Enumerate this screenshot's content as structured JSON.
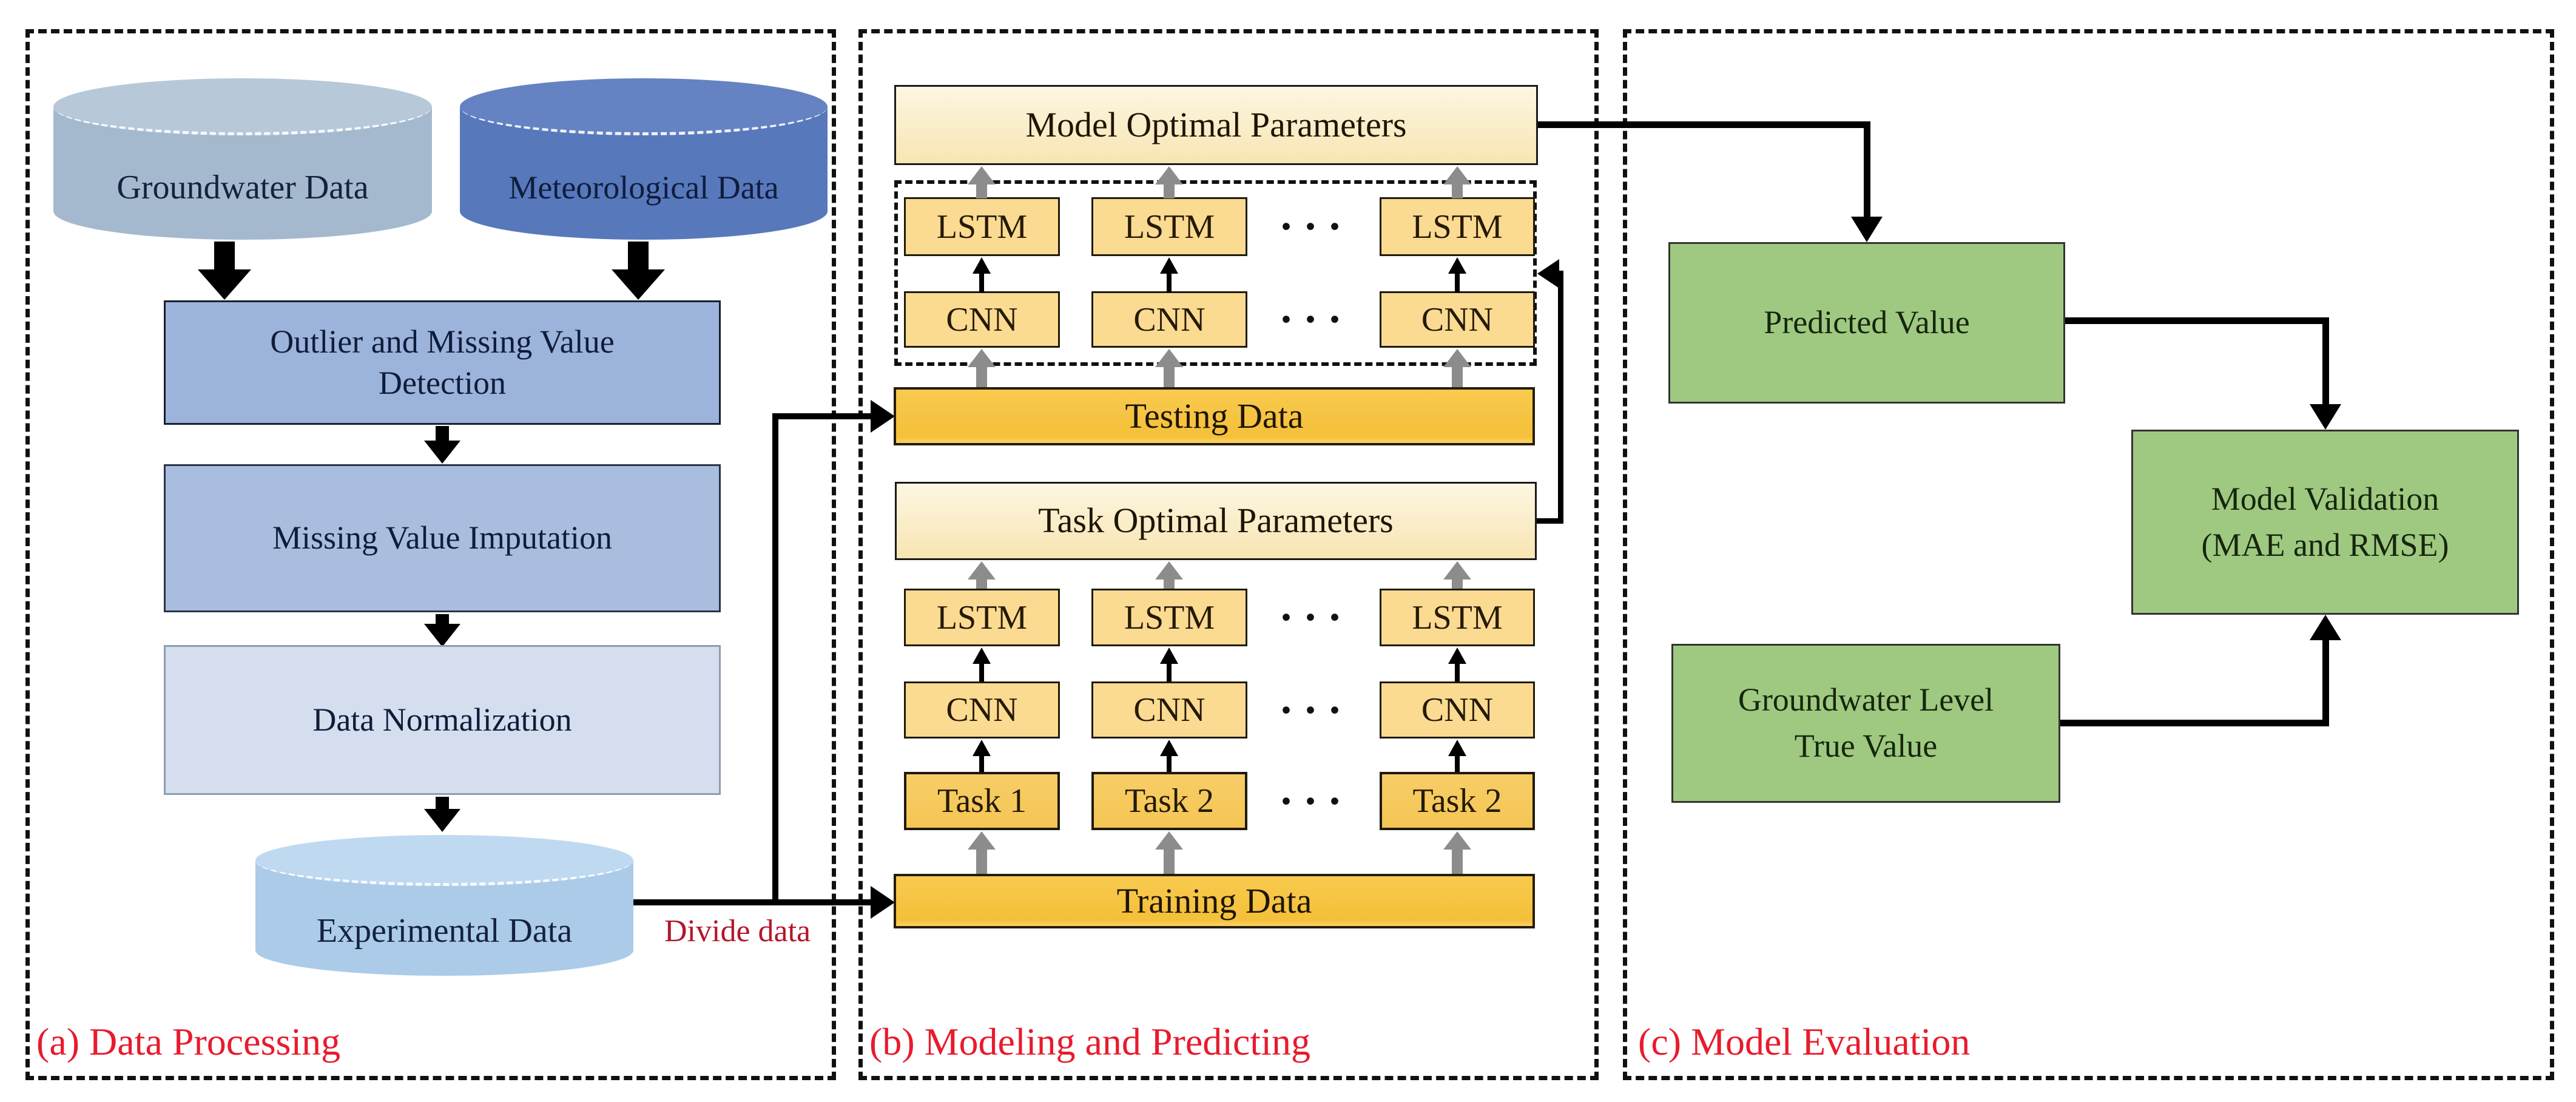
{
  "colors": {
    "section_label_red": "#e81b2d",
    "divide_label_red": "#b3172a",
    "groundwater_cyl_blue": "#a5b9ce",
    "meteorological_cyl_blue": "#5878bc",
    "outlier_box_blue": "#9cb3dc",
    "imputation_box_blue": "#a9bede",
    "normalization_box_blue": "#d5deef",
    "experimental_cyl_blue": "#abcbe9",
    "data_gold": "#f6c441",
    "module_amber": "#fbda92",
    "parameters_cream": "#fbeecb",
    "evaluation_green": "#9fc981",
    "gray_arrow": "#8c8c8c"
  },
  "panel_a": {
    "label": "(a) Data Processing",
    "groundwater_cylinder": "Groundwater Data",
    "meteorological_cylinder": "Meteorological Data",
    "outlier_box": "Outlier and Missing Value Detection",
    "imputation_box": "Missing Value Imputation",
    "normalization_box": "Data Normalization",
    "experimental_cylinder": "Experimental Data",
    "divide_label": "Divide data"
  },
  "panel_b": {
    "label": "(b) Modeling and Predicting",
    "model_optimal_box": "Model Optimal Parameters",
    "testing_box": "Testing Data",
    "task_optimal_box": "Task Optimal Parameters",
    "training_box": "Training Data",
    "lstm_label": "LSTM",
    "cnn_label": "CNN",
    "task_labels": [
      "Task 1",
      "Task 2",
      "Task 2"
    ],
    "ellipsis": "···"
  },
  "panel_c": {
    "label": "(c) Model Evaluation",
    "predicted_box": "Predicted Value",
    "validation_box_line1": "Model Validation",
    "validation_box_line2": "(MAE and RMSE)",
    "true_value_line1": "Groundwater Level",
    "true_value_line2": "True Value"
  }
}
